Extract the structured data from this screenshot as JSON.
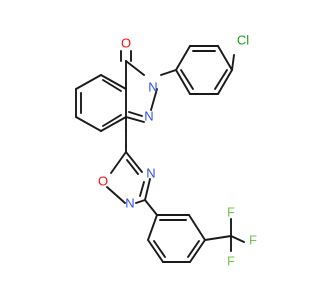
{
  "molecule": {
    "atom_labels": {
      "carbonyl_oxygen": "O",
      "ring_nitrogen_2": "N",
      "ring_nitrogen_3": "N",
      "oxadiazole_oxygen": "O",
      "oxadiazole_nitrogen_4": "N",
      "oxadiazole_nitrogen_2": "N",
      "chlorine": "Cl",
      "fluorine_1": "F",
      "fluorine_2": "F",
      "fluorine_3": "F"
    },
    "colors": {
      "bond": "#1a1a1a",
      "oxygen": "#ff0d0d",
      "nitrogen": "#3050f8",
      "chlorine": "#1fa01f",
      "fluorine": "#6fc84a"
    }
  }
}
